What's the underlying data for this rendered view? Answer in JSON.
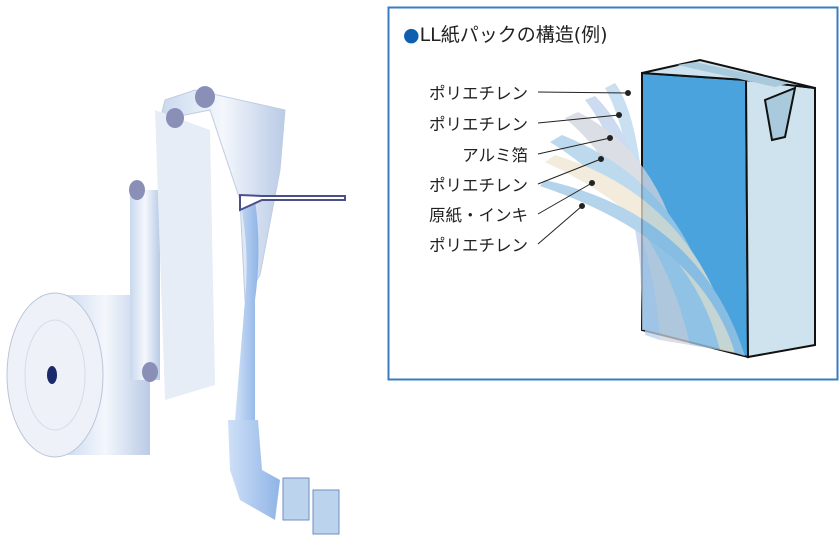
{
  "diagram": {
    "title_bullet": "●",
    "title": "LL紙パックの構造(例)",
    "layers": [
      "ポリエチレン",
      "ポリエチレン",
      "アルミ箔",
      "ポリエチレン",
      "原紙・インキ",
      "ポリエチレン"
    ],
    "colors": {
      "frame": "#3a7cc0",
      "accent": "#0f5fb0",
      "carton_front": "#4aa3dc",
      "carton_side": "#cfe3ee"
    }
  }
}
